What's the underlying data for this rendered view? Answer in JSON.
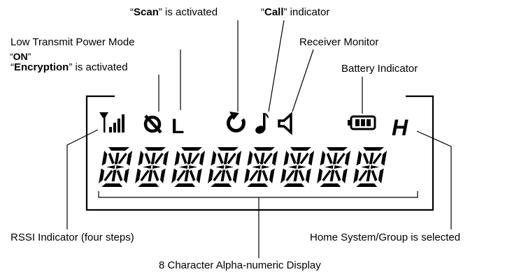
{
  "labels": {
    "scan": {
      "prefix": "“",
      "bold": "Scan",
      "suffix": "” is activated"
    },
    "call": {
      "prefix": "“",
      "bold": "Call",
      "suffix": "” indicator"
    },
    "low_power": "Low Transmit Power Mode",
    "on": {
      "prefix": "“",
      "bold": "ON",
      "suffix": "”"
    },
    "encryption": {
      "prefix": "“",
      "bold": "Encryption",
      "suffix": "” is activated"
    },
    "receiver_monitor": "Receiver Monitor",
    "battery": "Battery Indicator",
    "rssi": "RSSI Indicator (four steps)",
    "home": "Home System/Group is selected",
    "display": "8 Character Alpha-numeric Display"
  },
  "indicators": {
    "low_power_letter": "L",
    "home_letter": "H"
  },
  "display": {
    "character_count": 8
  }
}
